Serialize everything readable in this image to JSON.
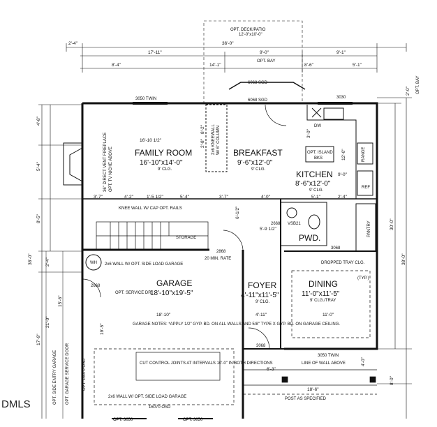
{
  "watermark": "DMLS",
  "rooms": {
    "family_room": {
      "name": "FAMILY ROOM",
      "size": "16'-10\"x14'-0\"",
      "ceiling": "9' CLG."
    },
    "breakfast": {
      "name": "BREAKFAST",
      "size": "9'-6\"x12'-0\"",
      "ceiling": "9' CLG."
    },
    "kitchen": {
      "name": "KITCHEN",
      "size": "8'-6\"x12'-0\"",
      "ceiling": "9' CLG."
    },
    "garage": {
      "name": "GARAGE",
      "size": "18'-10\"x19'-5\""
    },
    "foyer": {
      "name": "FOYER",
      "size": "4'-11\"x11'-5\"",
      "ceiling": "9' CLG."
    },
    "dining": {
      "name": "DINING",
      "size": "11'-0\"x11'-5\"",
      "ceiling": "9' CLG./TRAY"
    },
    "pwd": {
      "name": "PWD."
    },
    "pantry": {
      "name": "PANTRY"
    },
    "storage": {
      "name": "STORAGE"
    }
  },
  "labels": {
    "opt_deck": "OPT. DECK/PATIO",
    "opt_deck_size": "12'-0\"x10'-0\"",
    "opt_bay": "OPT. BAY",
    "twin_top": "3050 TWIN",
    "win_6068_a": "6068 SGD",
    "win_6068_b": "6068 SGD",
    "win_3030": "3030",
    "twin_bottom": "3050 TWIN",
    "door_2868": "2868",
    "door_2668_a": "2668",
    "door_2668_b": "2668",
    "door_3068_a": "3068",
    "door_3068_b": "3068",
    "door_16070": "16070 OSD",
    "opt_3050_a": "OPT. 3050",
    "opt_3050_b": "OPT. 3050",
    "min_rate": "20 MIN. RATE",
    "wh": "WH",
    "opt_island": "OPT. ISLAND",
    "opt_island_ext": "BKS",
    "vanity": "VSB21",
    "knee_wall": "2x6 KNEEWALL",
    "column": "W/ 6\" COLUMN",
    "direct_vent": "36\" DIRECT VENT FIREPLACE",
    "tv_niche": "OPT. TV NICHE ABOVE",
    "knee_cap": "KNEE WALL W/ CAP OPT. RAILS",
    "hall_wall": "2x6 WALL W/ OPT. SIDE LOAD GARAGE",
    "opt_service": "OPT. SERVICE DR.",
    "garage_notes": "GARAGE NOTES: *APPLY 1/2\" GYP. BD. ON ALL WALLS AND 5/8\" TYPE X GYP. BD. ON GARAGE CEILING.",
    "cut_control": "CUT CONTROL JOINTS AT INTERVALS 10'-0\" IN BOTH DIRECTIONS",
    "side_wall_bottom": "2x6 WALL W/ OPT. SIDE LOAD GARAGE",
    "dropped_tray": "DROPPED TRAY CLG.",
    "typ": "(TYP.)",
    "line_of_wall": "LINE OF WALL ABOVE",
    "post": "POST AS SPECIFIED",
    "side_entry": "OPT. SIDE ENTRY GARAGE",
    "service_door": "OPT. GARAGE SERVICE DOOR",
    "opt_16070": "OPT. 16070 OSD",
    "range": "RANGE",
    "dw": "DW",
    "ref": "REF",
    "opt_bay_right": "OPT. BAY"
  },
  "dims": {
    "top_left": "2'-4\"",
    "overall_top": "36'-0\"",
    "seg_17_11": "17'-11\"",
    "seg_9_0": "9'-0\"",
    "seg_9_1": "9'-1\"",
    "seg_8_4": "8'-4\"",
    "seg_14_1": "14'-1\"",
    "seg_8_6": "8'-6\"",
    "seg_5_1": "5'-1\"",
    "left_4_8": "4'-8\"",
    "left_5_4": "5'-4\"",
    "left_8_5": "8'-5\"",
    "left_38_0": "38'-0\"",
    "left_2_4": "2'-4\"",
    "left_17_9": "17'-9\"",
    "left_21_0": "21'-0\"",
    "left_15_6": "15'-6\"",
    "right_30_0": "30'-0\"",
    "right_38_0": "38'-0\"",
    "right_2_0": "2'-0\"",
    "right_4_0": "4'-0\"",
    "right_8_0": "8'-0\"",
    "family_width": "16'-10 1/2\"",
    "row_3_7": "3'-7\"",
    "row_4_2": "4'-2\"",
    "row_1_5": "1'-5 1/2\"",
    "row_5_4": "5'-4\"",
    "row_3_7b": "3'-7\"",
    "row_4_0": "4'-0\"",
    "row_5_1": "5'-1\"",
    "row_2_4": "2'-4\"",
    "garage_width": "18'-10\"",
    "foyer_4_11": "4'-11\"",
    "dining_11_0": "11'-0\"",
    "porch_6_3": "6'-3\"",
    "porch_18_6": "18'-6\"",
    "kitchen_12_0": "12'-0\"",
    "kitchen_9_0": "9'-0\"",
    "kitchen_3_0": "3'-0\"",
    "garage_19_5": "19'-5\"",
    "dim_8_2": "8'-2\"",
    "dim_2_8": "2'-8\"",
    "dim_6_1": "6'-1/2\"",
    "dim_5_9": "5'-9 1/2\""
  }
}
